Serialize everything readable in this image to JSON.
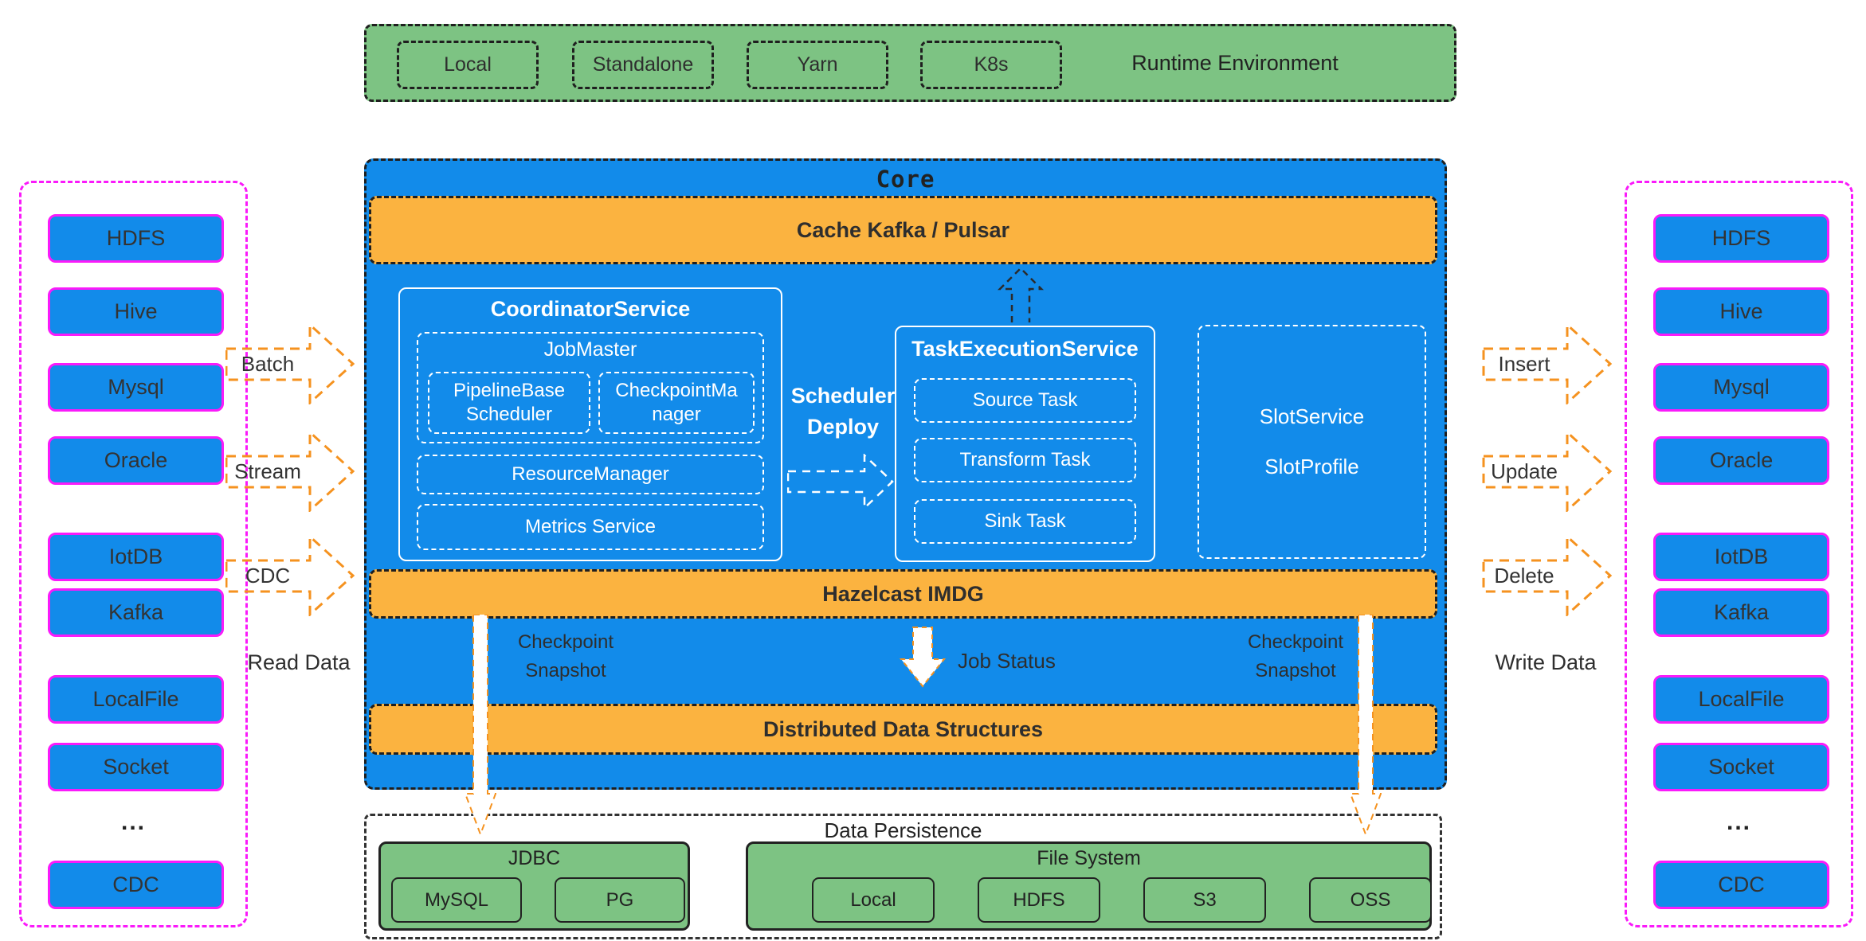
{
  "colors": {
    "blue": "#128BEA",
    "orange_bar": "#FBB340",
    "green": "#7DC383",
    "magenta": "#FA1AFA",
    "arrow_orange": "#F5921F",
    "border_dark": "#1f1f1f",
    "text_dark": "#333333",
    "text_white": "#ffffff"
  },
  "runtime": {
    "title": "Runtime Environment",
    "items": [
      "Local",
      "Standalone",
      "Yarn",
      "K8s"
    ]
  },
  "sidebars": {
    "left": {
      "items": [
        "HDFS",
        "Hive",
        "Mysql",
        "Oracle",
        "IotDB",
        "Kafka",
        "LocalFile",
        "Socket",
        "...",
        "CDC"
      ]
    },
    "right": {
      "items": [
        "HDFS",
        "Hive",
        "Mysql",
        "Oracle",
        "IotDB",
        "Kafka",
        "LocalFile",
        "Socket",
        "...",
        "CDC"
      ]
    }
  },
  "flows": {
    "read": {
      "labels": [
        "Batch",
        "Stream",
        "CDC"
      ],
      "caption": "Read Data"
    },
    "write": {
      "labels": [
        "Insert",
        "Update",
        "Delete"
      ],
      "caption": "Write Data"
    }
  },
  "core": {
    "title": "Core",
    "cache_bar": "Cache Kafka / Pulsar",
    "coordinator": {
      "title": "CoordinatorService",
      "job_master": {
        "title": "JobMaster",
        "children": [
          "PipelineBase Scheduler",
          "CheckpointManager"
        ]
      },
      "resource_manager": "ResourceManager",
      "metrics_service": "Metrics Service"
    },
    "scheduler_deploy": "Scheduler Deploy",
    "task_execution": {
      "title": "TaskExecutionService",
      "tasks": [
        "Source Task",
        "Transform Task",
        "Sink Task"
      ]
    },
    "slot": {
      "line1": "SlotService",
      "line2": "SlotProfile"
    },
    "hazelcast_bar": "Hazelcast IMDG",
    "checkpoint_left": "Checkpoint Snapshot",
    "job_status": "Job Status",
    "checkpoint_right": "Checkpoint Snapshot",
    "dds_bar": "Distributed Data Structures"
  },
  "persistence": {
    "title": "Data Persistence",
    "jdbc": {
      "title": "JDBC",
      "items": [
        "MySQL",
        "PG"
      ]
    },
    "file_system": {
      "title": "File System",
      "items": [
        "Local",
        "HDFS",
        "S3",
        "OSS"
      ]
    }
  }
}
